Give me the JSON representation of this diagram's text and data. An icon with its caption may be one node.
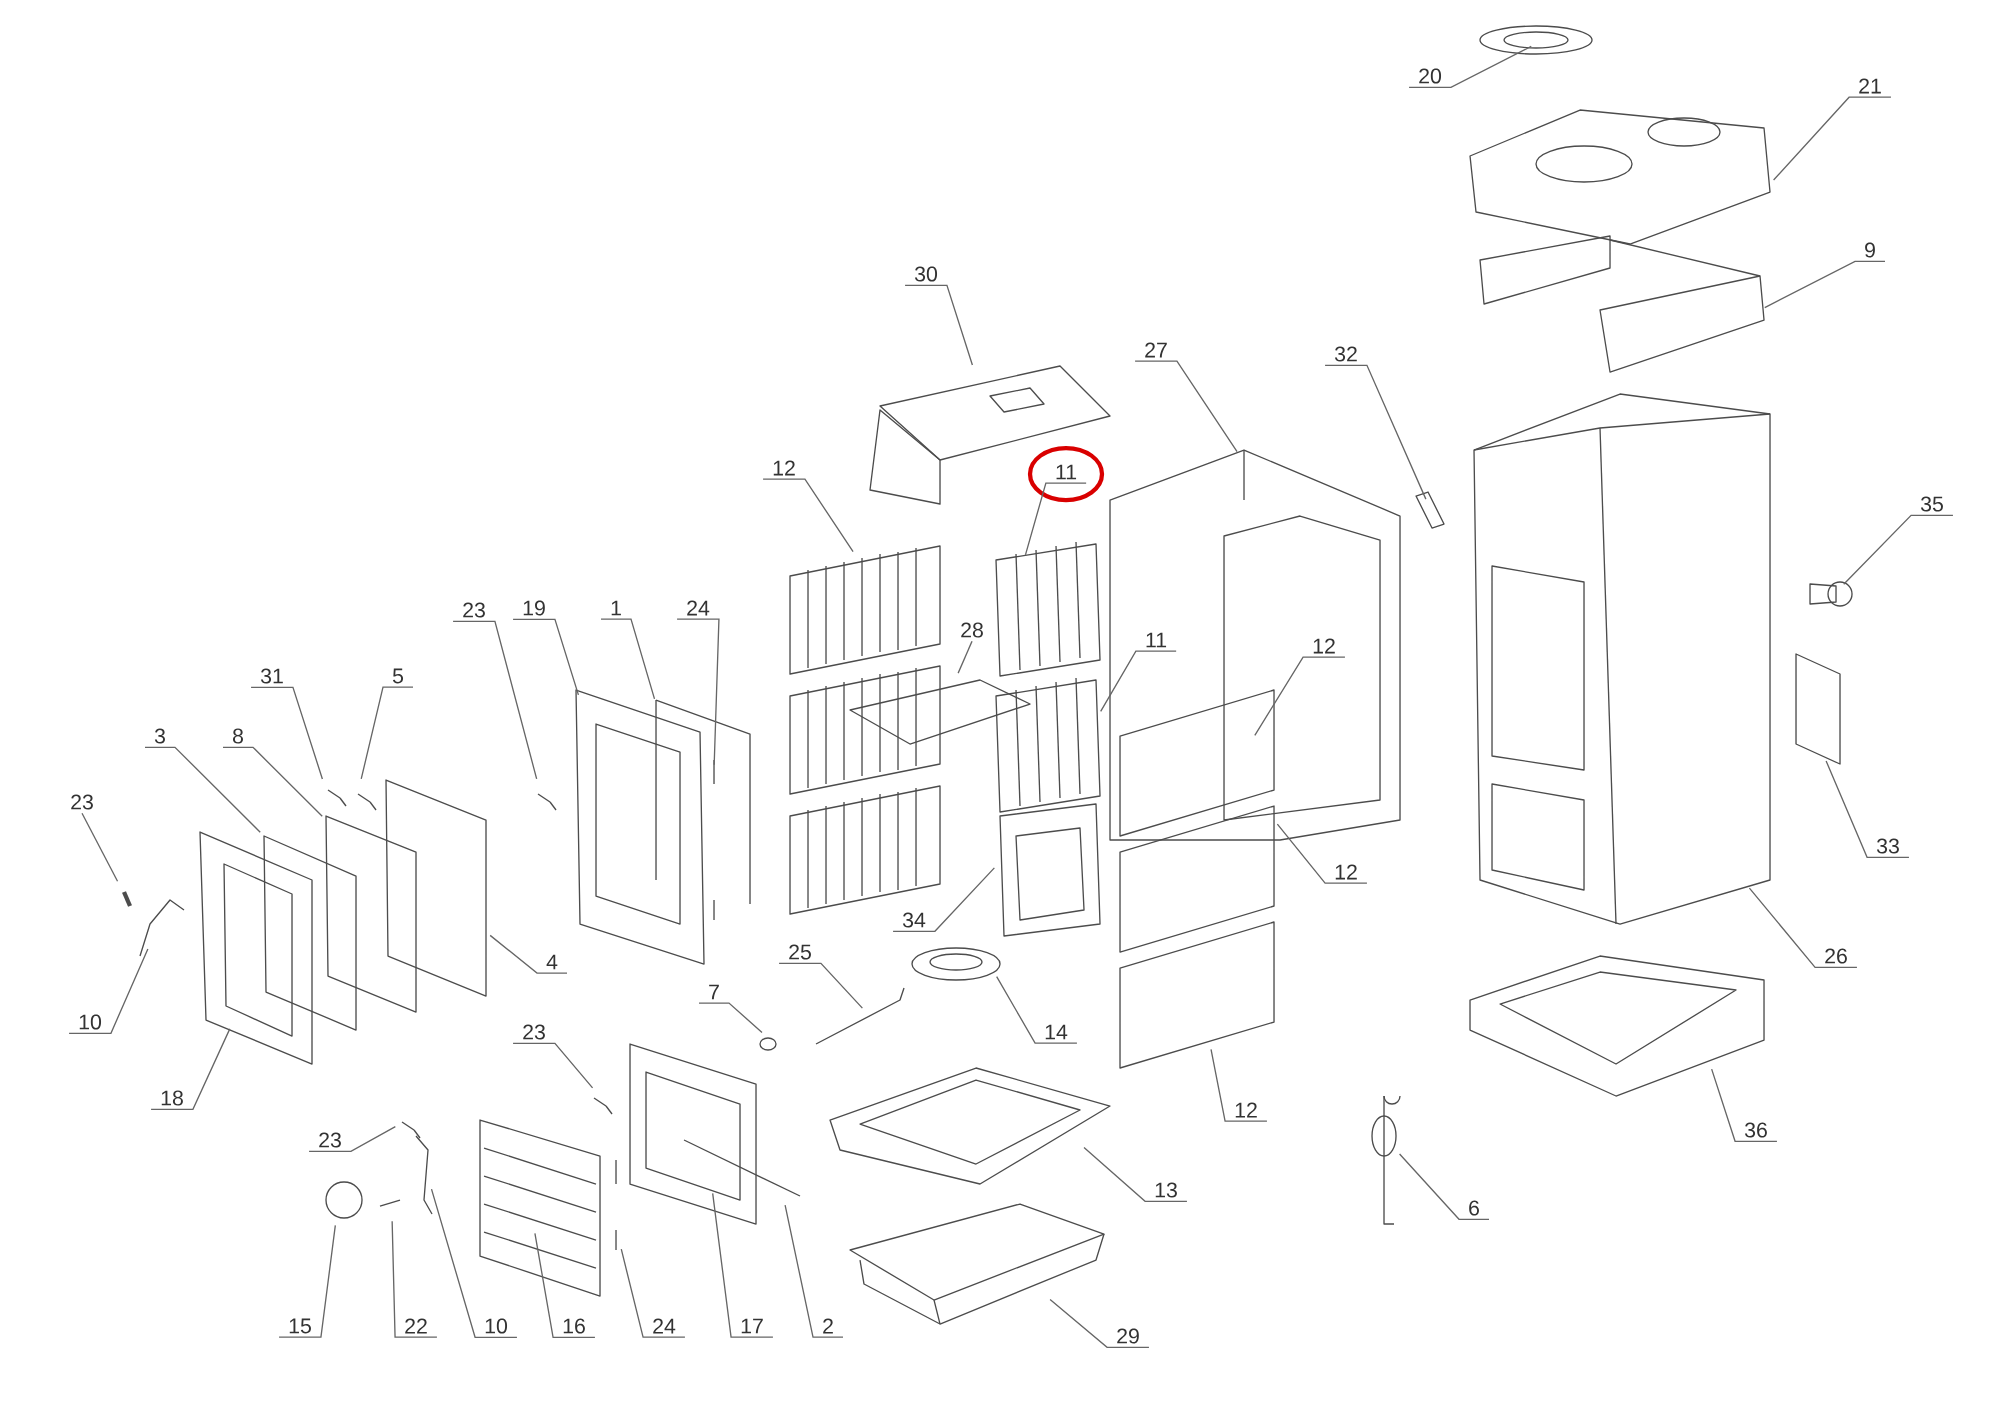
{
  "diagram": {
    "nodes": [
      {
        "text": [
          "20"
        ]
      },
      {
        "text": [
          "21"
        ]
      },
      {
        "text": [
          "9"
        ]
      },
      {
        "text": [
          "30"
        ]
      },
      {
        "text": [
          "27"
        ]
      },
      {
        "text": [
          "32"
        ]
      },
      {
        "text": [
          "12"
        ]
      },
      {
        "text": [
          "11"
        ]
      },
      {
        "text": [
          "35"
        ]
      },
      {
        "text": [
          "23"
        ]
      },
      {
        "text": [
          "19"
        ]
      },
      {
        "text": [
          "1"
        ]
      },
      {
        "text": [
          "24"
        ]
      },
      {
        "text": [
          "28"
        ]
      },
      {
        "text": [
          "11"
        ]
      },
      {
        "text": [
          "12"
        ]
      },
      {
        "text": [
          "31"
        ]
      },
      {
        "text": [
          "5"
        ]
      },
      {
        "text": [
          "3"
        ]
      },
      {
        "text": [
          "8"
        ]
      },
      {
        "text": [
          "33"
        ]
      },
      {
        "text": [
          "12"
        ]
      },
      {
        "text": [
          "23"
        ]
      },
      {
        "text": [
          "4"
        ]
      },
      {
        "text": [
          "26"
        ]
      },
      {
        "text": [
          "34"
        ]
      },
      {
        "text": [
          "10"
        ]
      },
      {
        "text": [
          "7"
        ]
      },
      {
        "text": [
          "25"
        ]
      },
      {
        "text": [
          "14"
        ]
      },
      {
        "text": [
          "18"
        ]
      },
      {
        "text": [
          "12"
        ]
      },
      {
        "text": [
          "23"
        ]
      },
      {
        "text": [
          "23"
        ]
      },
      {
        "text": [
          "13"
        ]
      },
      {
        "text": [
          "6"
        ]
      },
      {
        "text": [
          "36"
        ]
      },
      {
        "text": [
          "15"
        ]
      },
      {
        "text": [
          "22"
        ]
      },
      {
        "text": [
          "10"
        ]
      },
      {
        "text": [
          "16"
        ]
      },
      {
        "text": [
          "24"
        ]
      },
      {
        "text": [
          "17"
        ]
      },
      {
        "text": [
          "2"
        ]
      },
      {
        "text": [
          "29"
        ]
      }
    ],
    "edges": [
      {
        "from": 0,
        "to": null,
        "arrow": "none"
      },
      {
        "from": 1,
        "to": null,
        "arrow": "none"
      },
      {
        "from": 2,
        "to": null,
        "arrow": "none"
      },
      {
        "from": 3,
        "to": null,
        "arrow": "none"
      },
      {
        "from": 4,
        "to": null,
        "arrow": "none"
      },
      {
        "from": 5,
        "to": null,
        "arrow": "none"
      },
      {
        "from": 6,
        "to": null,
        "arrow": "none"
      },
      {
        "from": 7,
        "to": null,
        "arrow": "none"
      },
      {
        "from": 8,
        "to": null,
        "arrow": "none"
      },
      {
        "from": 9,
        "to": null,
        "arrow": "none"
      },
      {
        "from": 10,
        "to": null,
        "arrow": "none"
      },
      {
        "from": 11,
        "to": null,
        "arrow": "none"
      },
      {
        "from": 12,
        "to": null,
        "arrow": "none"
      },
      {
        "from": 13,
        "to": null,
        "arrow": "none"
      },
      {
        "from": 14,
        "to": null,
        "arrow": "none"
      },
      {
        "from": 15,
        "to": null,
        "arrow": "none"
      },
      {
        "from": 16,
        "to": null,
        "arrow": "none"
      },
      {
        "from": 17,
        "to": null,
        "arrow": "none"
      },
      {
        "from": 18,
        "to": null,
        "arrow": "none"
      },
      {
        "from": 19,
        "to": null,
        "arrow": "none"
      },
      {
        "from": 20,
        "to": null,
        "arrow": "none"
      },
      {
        "from": 21,
        "to": null,
        "arrow": "none"
      },
      {
        "from": 22,
        "to": null,
        "arrow": "none"
      },
      {
        "from": 23,
        "to": null,
        "arrow": "none"
      },
      {
        "from": 24,
        "to": null,
        "arrow": "none"
      },
      {
        "from": 25,
        "to": null,
        "arrow": "none"
      },
      {
        "from": 26,
        "to": null,
        "arrow": "none"
      },
      {
        "from": 27,
        "to": null,
        "arrow": "none"
      },
      {
        "from": 28,
        "to": null,
        "arrow": "none"
      },
      {
        "from": 29,
        "to": null,
        "arrow": "none"
      },
      {
        "from": 30,
        "to": null,
        "arrow": "none"
      },
      {
        "from": 31,
        "to": null,
        "arrow": "none"
      },
      {
        "from": 32,
        "to": null,
        "arrow": "none"
      },
      {
        "from": 33,
        "to": null,
        "arrow": "none"
      },
      {
        "from": 34,
        "to": null,
        "arrow": "none"
      },
      {
        "from": 35,
        "to": null,
        "arrow": "none"
      },
      {
        "from": 36,
        "to": null,
        "arrow": "none"
      },
      {
        "from": 37,
        "to": null,
        "arrow": "none"
      },
      {
        "from": 38,
        "to": null,
        "arrow": "none"
      },
      {
        "from": 39,
        "to": null,
        "arrow": "none"
      },
      {
        "from": 40,
        "to": null,
        "arrow": "none"
      },
      {
        "from": 41,
        "to": null,
        "arrow": "none"
      },
      {
        "from": 42,
        "to": null,
        "arrow": "none"
      },
      {
        "from": 43,
        "to": null,
        "arrow": "none"
      },
      {
        "from": 44,
        "to": null,
        "arrow": "none"
      }
    ]
  }
}
